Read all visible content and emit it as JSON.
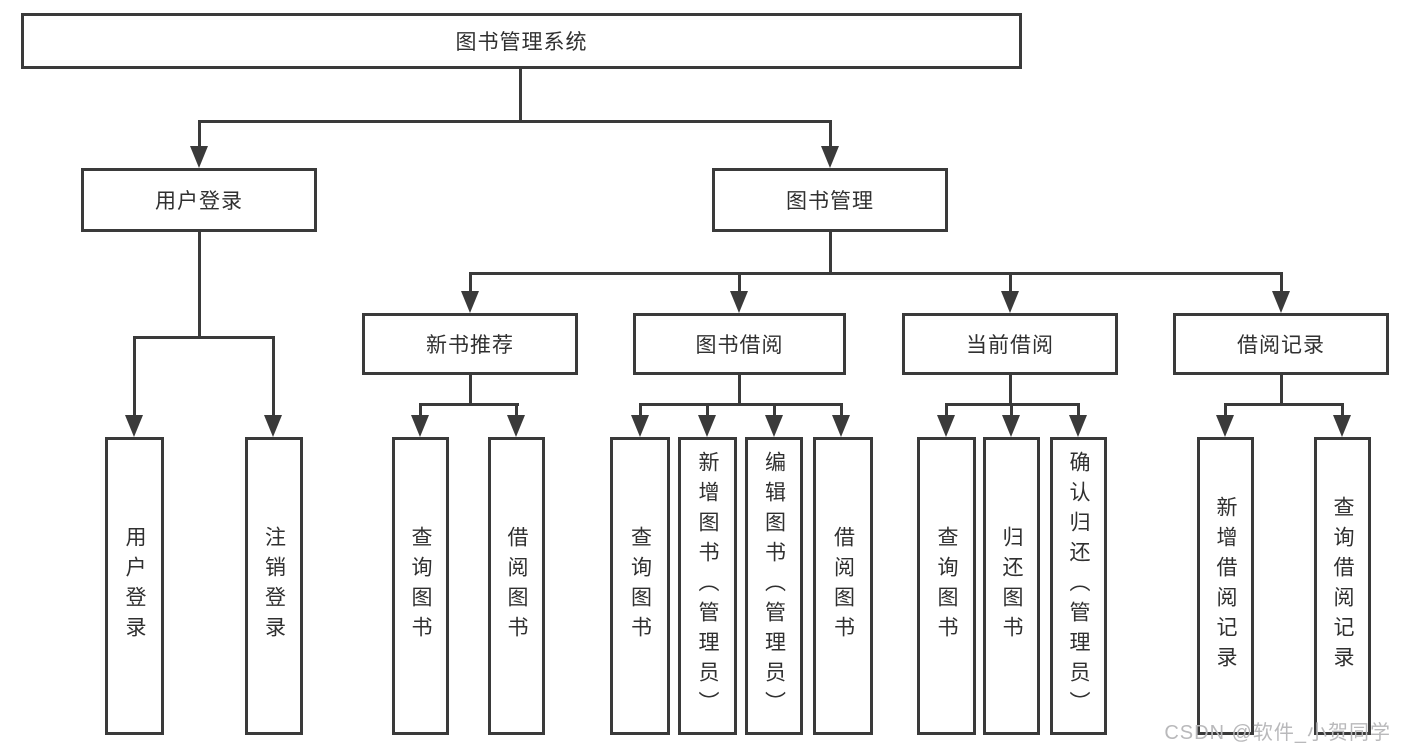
{
  "diagram_title": "图书管理系统",
  "nodes": {
    "root": "图书管理系统",
    "user_login": "用户登录",
    "book_mgmt": "图书管理",
    "new_book_rec": "新书推荐",
    "book_borrow": "图书借阅",
    "current_borrow": "当前借阅",
    "borrow_record": "借阅记录",
    "leaf_user_login": "用户登录",
    "leaf_logout": "注销登录",
    "rec_query_book": "查询图书",
    "rec_borrow_book": "借阅图书",
    "bb_query_book": "查询图书",
    "bb_add_book": "新增图书（管理员）",
    "bb_edit_book": "编辑图书（管理员）",
    "bb_borrow_book": "借阅图书",
    "cb_query_book": "查询图书",
    "cb_return_book": "归还图书",
    "cb_confirm_return": "确认归还（管理员）",
    "br_add_record": "新增借阅记录",
    "br_query_record": "查询借阅记录"
  },
  "hierarchy": {
    "图书管理系统": {
      "用户登录": [
        "用户登录",
        "注销登录"
      ],
      "图书管理": {
        "新书推荐": [
          "查询图书",
          "借阅图书"
        ],
        "图书借阅": [
          "查询图书",
          "新增图书（管理员）",
          "编辑图书（管理员）",
          "借阅图书"
        ],
        "当前借阅": [
          "查询图书",
          "归还图书",
          "确认归还（管理员）"
        ],
        "借阅记录": [
          "新增借阅记录",
          "查询借阅记录"
        ]
      }
    }
  },
  "watermark": "CSDN @软件_小贺同学",
  "colors": {
    "line": "#3a3a3a",
    "text": "#303030",
    "background": "#ffffff",
    "watermark": "#b9b9bb"
  }
}
